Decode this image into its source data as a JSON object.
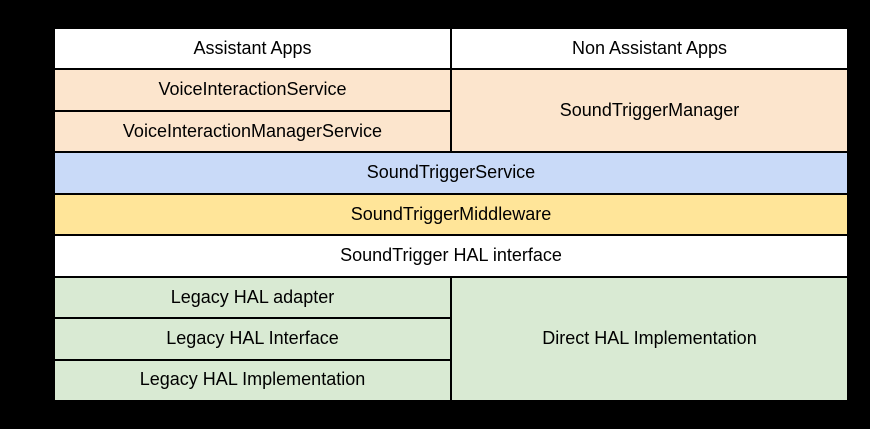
{
  "colors": {
    "canvas_background": "#000000",
    "border": "#000000",
    "text": "#000000",
    "white": "#ffffff",
    "peach": "#fce5cd",
    "blue": "#c9daf8",
    "yellow": "#ffe599",
    "green": "#d9ead3"
  },
  "cells": {
    "assistant_apps": "Assistant Apps",
    "non_assistant_apps": "Non Assistant Apps",
    "voice_interaction_service": "VoiceInteractionService",
    "voice_interaction_manager_service": "VoiceInteractionManagerService",
    "sound_trigger_manager": "SoundTriggerManager",
    "sound_trigger_service": "SoundTriggerService",
    "sound_trigger_middleware": "SoundTriggerMiddleware",
    "sound_trigger_hal_interface": "SoundTrigger HAL interface",
    "legacy_hal_adapter": "Legacy HAL adapter",
    "legacy_hal_interface": "Legacy HAL Interface",
    "legacy_hal_implementation": "Legacy HAL Implementation",
    "direct_hal_implementation": "Direct HAL Implementation"
  }
}
